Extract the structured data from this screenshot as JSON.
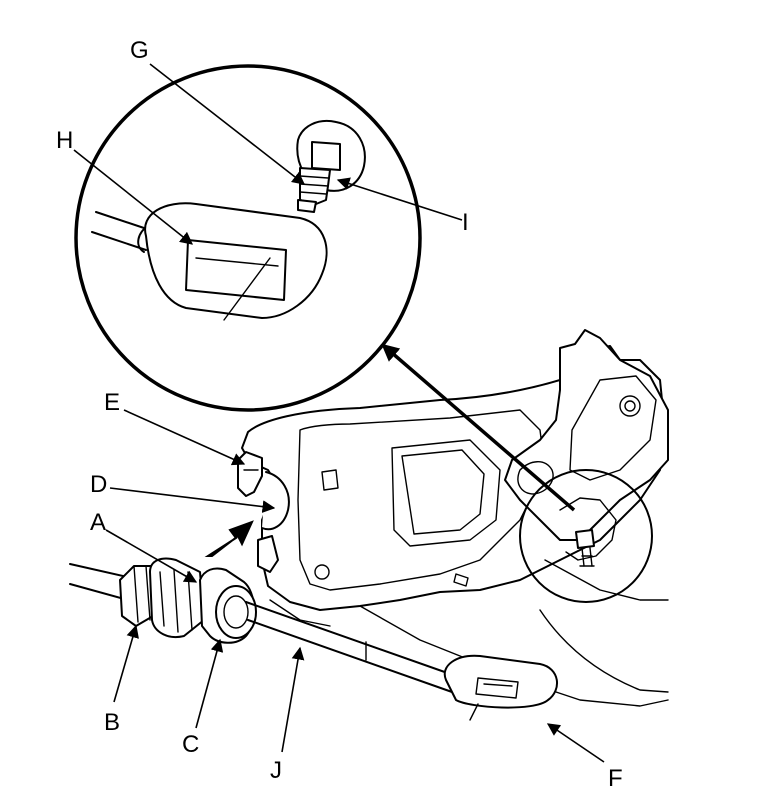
{
  "diagram": {
    "callouts": {
      "A": "A",
      "B": "B",
      "C": "C",
      "D": "D",
      "E": "E",
      "F": "F",
      "G": "G",
      "H": "H",
      "I": "I",
      "J": "J"
    }
  }
}
